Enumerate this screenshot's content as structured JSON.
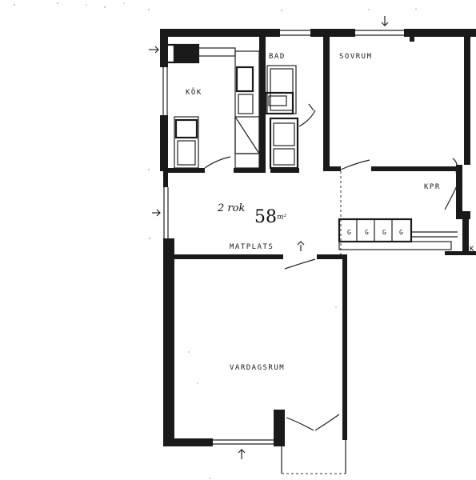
{
  "plan": {
    "rooms": {
      "kitchen": "KÖK",
      "bathroom": "BAD",
      "bedroom": "SOVRUM",
      "wardrobe": "KPR",
      "dining": "MATPLATS",
      "living": "VARDAGSRUM",
      "cut_off": "K"
    },
    "summary": {
      "rooms": "2 rok",
      "area": "58",
      "unit": "m²"
    },
    "closets": [
      "G",
      "G",
      "G",
      "G"
    ]
  }
}
